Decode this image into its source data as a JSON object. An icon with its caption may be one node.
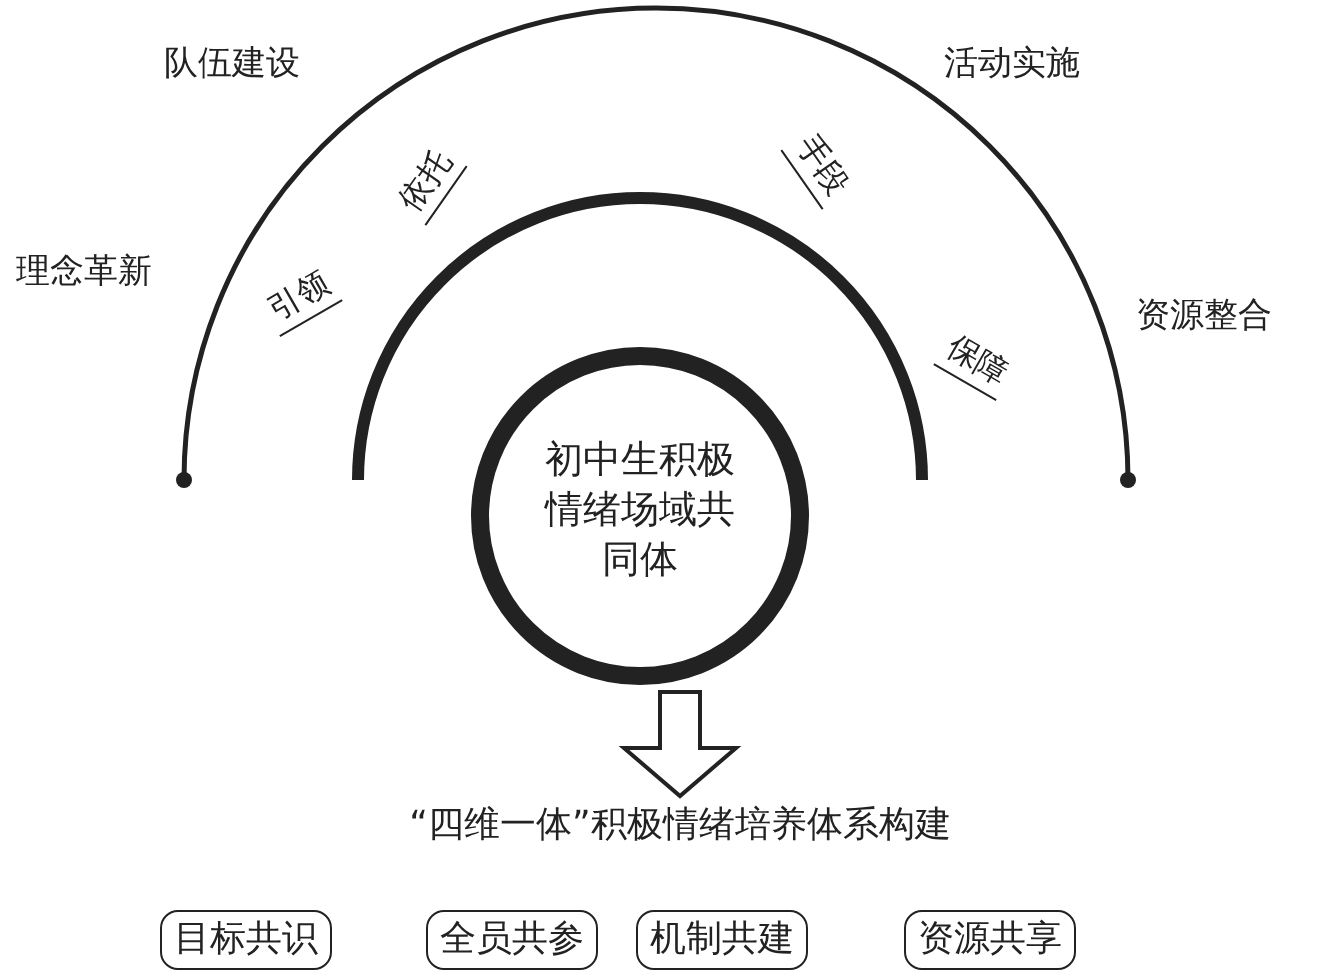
{
  "diagram": {
    "nodes": [
      {
        "text": [
          "初中生积极情绪场域共同体"
        ]
      },
      {
        "text": [
          "“四维一体”积极情绪培养体系构建"
        ]
      },
      {
        "text": [
          "目标共识"
        ]
      },
      {
        "text": [
          "全员共参"
        ]
      },
      {
        "text": [
          "机制共建"
        ]
      },
      {
        "text": [
          "资源共享"
        ]
      }
    ],
    "edges": [
      {
        "from": 0,
        "to": 1,
        "arrow": "to"
      }
    ],
    "labels": [
      "队伍建设",
      "活动实施",
      "依托",
      "手段",
      "理念革新",
      "资源整合",
      "引领",
      "保障"
    ]
  }
}
